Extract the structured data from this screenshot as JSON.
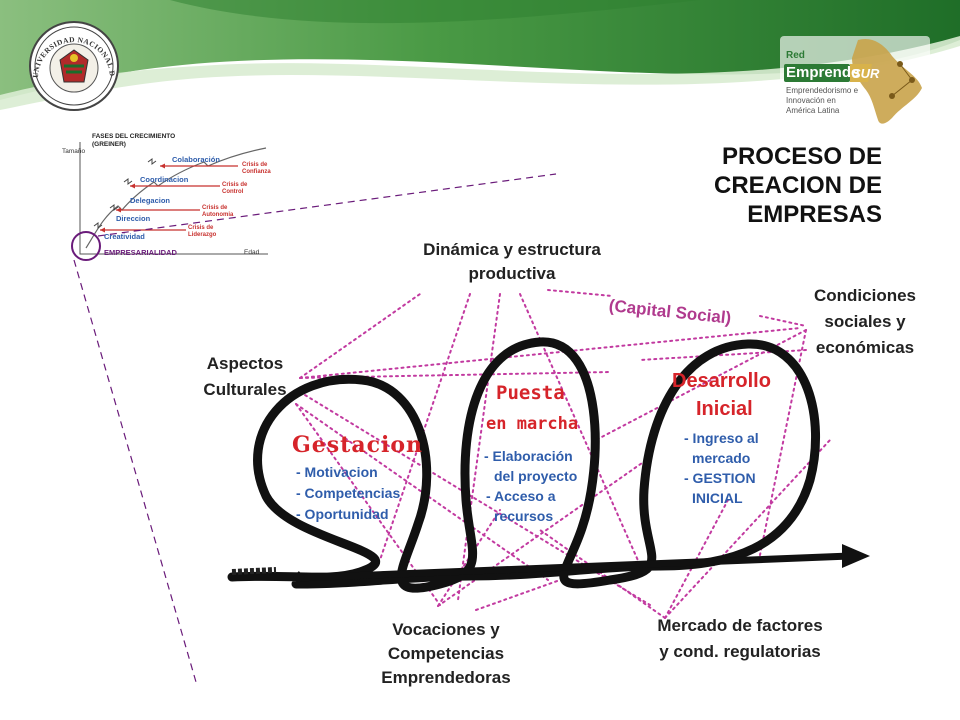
{
  "slide": {
    "title_lines": [
      "PROCESO DE",
      "CREACION DE",
      "EMPRESAS"
    ]
  },
  "logos": {
    "university_seal": "UNIVERSIDAD NACIONAL DE LUJAN",
    "network_small": "Red",
    "network_name_a": "Emprende",
    "network_name_b": "SUR",
    "network_tagline": [
      "Emprendedorismo e",
      "Innovación en",
      "América Latina"
    ]
  },
  "greiner": {
    "title_lines": [
      "FASES DEL CRECIMIENTO",
      "(GREINER)"
    ],
    "y_axis": "Tamaño",
    "x_axis": "Edad",
    "phases": [
      "Colaboración",
      "Coordinacion",
      "Delegacion",
      "Direccion",
      "Creatividad"
    ],
    "crises": [
      [
        "Crisis de",
        "Confianza"
      ],
      [
        "Crisis de",
        "Control"
      ],
      [
        "Crisis de",
        "Autonomia"
      ],
      [
        "Crisis de",
        "Liderazgo"
      ]
    ],
    "highlight": "EMPRESARIALIDAD"
  },
  "diagram": {
    "dinamica": [
      "Dinámica y estructura",
      "productiva"
    ],
    "capital_social": "(Capital Social)",
    "condiciones": [
      "Condiciones",
      "sociales y",
      "económicas"
    ],
    "aspectos": [
      "Aspectos",
      "Culturales"
    ],
    "vocaciones": [
      "Vocaciones y",
      "Competencias",
      "Emprendedoras"
    ],
    "mercado": [
      "Mercado de factores",
      "y cond. regulatorias"
    ],
    "gestacion": {
      "title": "Gestacion",
      "items": [
        "- Motivacion",
        "- Competencias",
        "- Oportunidad"
      ]
    },
    "puesta": {
      "title_lines": [
        "Puesta",
        "en marcha"
      ],
      "items": [
        "- Elaboración",
        "del proyecto",
        "- Acceso a",
        "recursos"
      ]
    },
    "desarrollo": {
      "title_lines": [
        "Desarrollo",
        "Inicial"
      ],
      "items": [
        "- Ingreso al",
        "mercado",
        "- GESTION",
        "INICIAL"
      ]
    }
  },
  "colors": {
    "header_green_dark": "#1f7a2c",
    "header_green_light": "#9ac88e",
    "dots": "#c23aa0",
    "connector": "#6a1b7a",
    "blue_text": "#2f5dab",
    "red_text": "#d6242a",
    "capital_social": "#b03a8e",
    "loop": "#111111"
  }
}
